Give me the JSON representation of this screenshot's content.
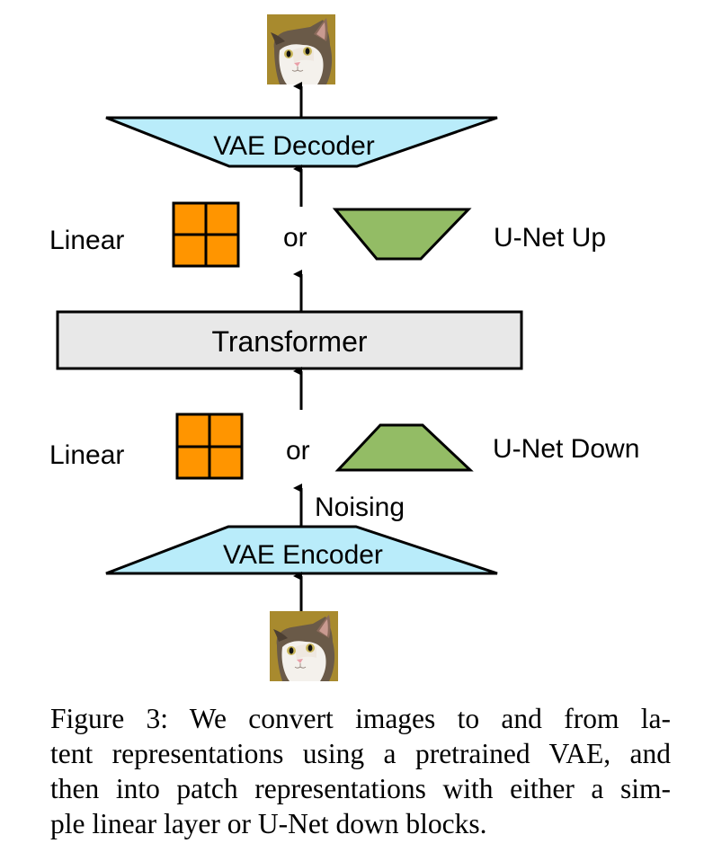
{
  "figure": {
    "nodes": {
      "output_image": {
        "label": "cat image (output)",
        "kind": "image"
      },
      "vae_decoder": {
        "label": "VAE Decoder",
        "fill": "#b9ecfa"
      },
      "linear_up": {
        "label": "Linear",
        "fill": "#ff9500"
      },
      "or_up": {
        "label": "or"
      },
      "unet_up": {
        "label": "U-Net Up",
        "fill": "#93bc65"
      },
      "transformer": {
        "label": "Transformer",
        "fill": "#e8e8e8"
      },
      "linear_down": {
        "label": "Linear",
        "fill": "#ff9500"
      },
      "or_down": {
        "label": "or"
      },
      "unet_down": {
        "label": "U-Net Down",
        "fill": "#93bc65"
      },
      "noising": {
        "label": "Noising"
      },
      "vae_encoder": {
        "label": "VAE Encoder",
        "fill": "#b9ecfa"
      },
      "input_image": {
        "label": "cat image (input)",
        "kind": "image"
      }
    },
    "edges": [
      {
        "from": "input_image",
        "to": "vae_encoder"
      },
      {
        "from": "vae_encoder",
        "to": "linear_down_or_unet_down",
        "label": "Noising"
      },
      {
        "from": "linear_down_or_unet_down",
        "to": "transformer"
      },
      {
        "from": "transformer",
        "to": "linear_up_or_unet_up"
      },
      {
        "from": "linear_up_or_unet_up",
        "to": "vae_decoder"
      },
      {
        "from": "vae_decoder",
        "to": "output_image"
      }
    ],
    "colors": {
      "stroke": "#000000",
      "cat_background": "#a88a2e"
    }
  },
  "caption": {
    "lines": [
      "Figure 3:  We convert images to and from la-",
      "tent representations using a pretrained VAE, and",
      "then into patch representations with either a sim-",
      "ple linear layer or U-Net down blocks."
    ]
  }
}
